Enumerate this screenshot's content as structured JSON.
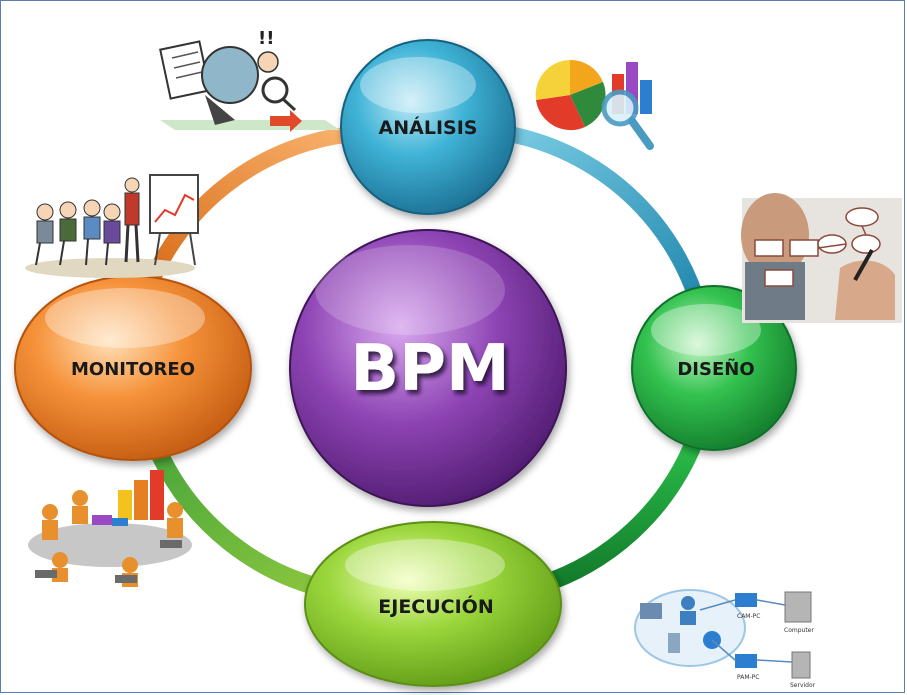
{
  "center": {
    "label": "BPM",
    "color": "#7a3a9c"
  },
  "phases": [
    {
      "id": "analisis",
      "label": "ANÁLISIS",
      "color": "#2f9fc4",
      "illustration": "analysis-magnifier-icon"
    },
    {
      "id": "diseno",
      "label": "DISEÑO",
      "color": "#2fb64a",
      "illustration": "design-flowchart-icon"
    },
    {
      "id": "ejecucion",
      "label": "EJECUCIÓN",
      "color": "#8cc63f",
      "illustration": "execution-network-icon"
    },
    {
      "id": "monitoreo",
      "label": "MONITOREO",
      "color": "#f0852a",
      "illustration": "monitoring-meeting-icon"
    }
  ],
  "network": {
    "labels": [
      "CAM-PC",
      "Computer",
      "PAM-PC",
      "Servidor"
    ]
  }
}
